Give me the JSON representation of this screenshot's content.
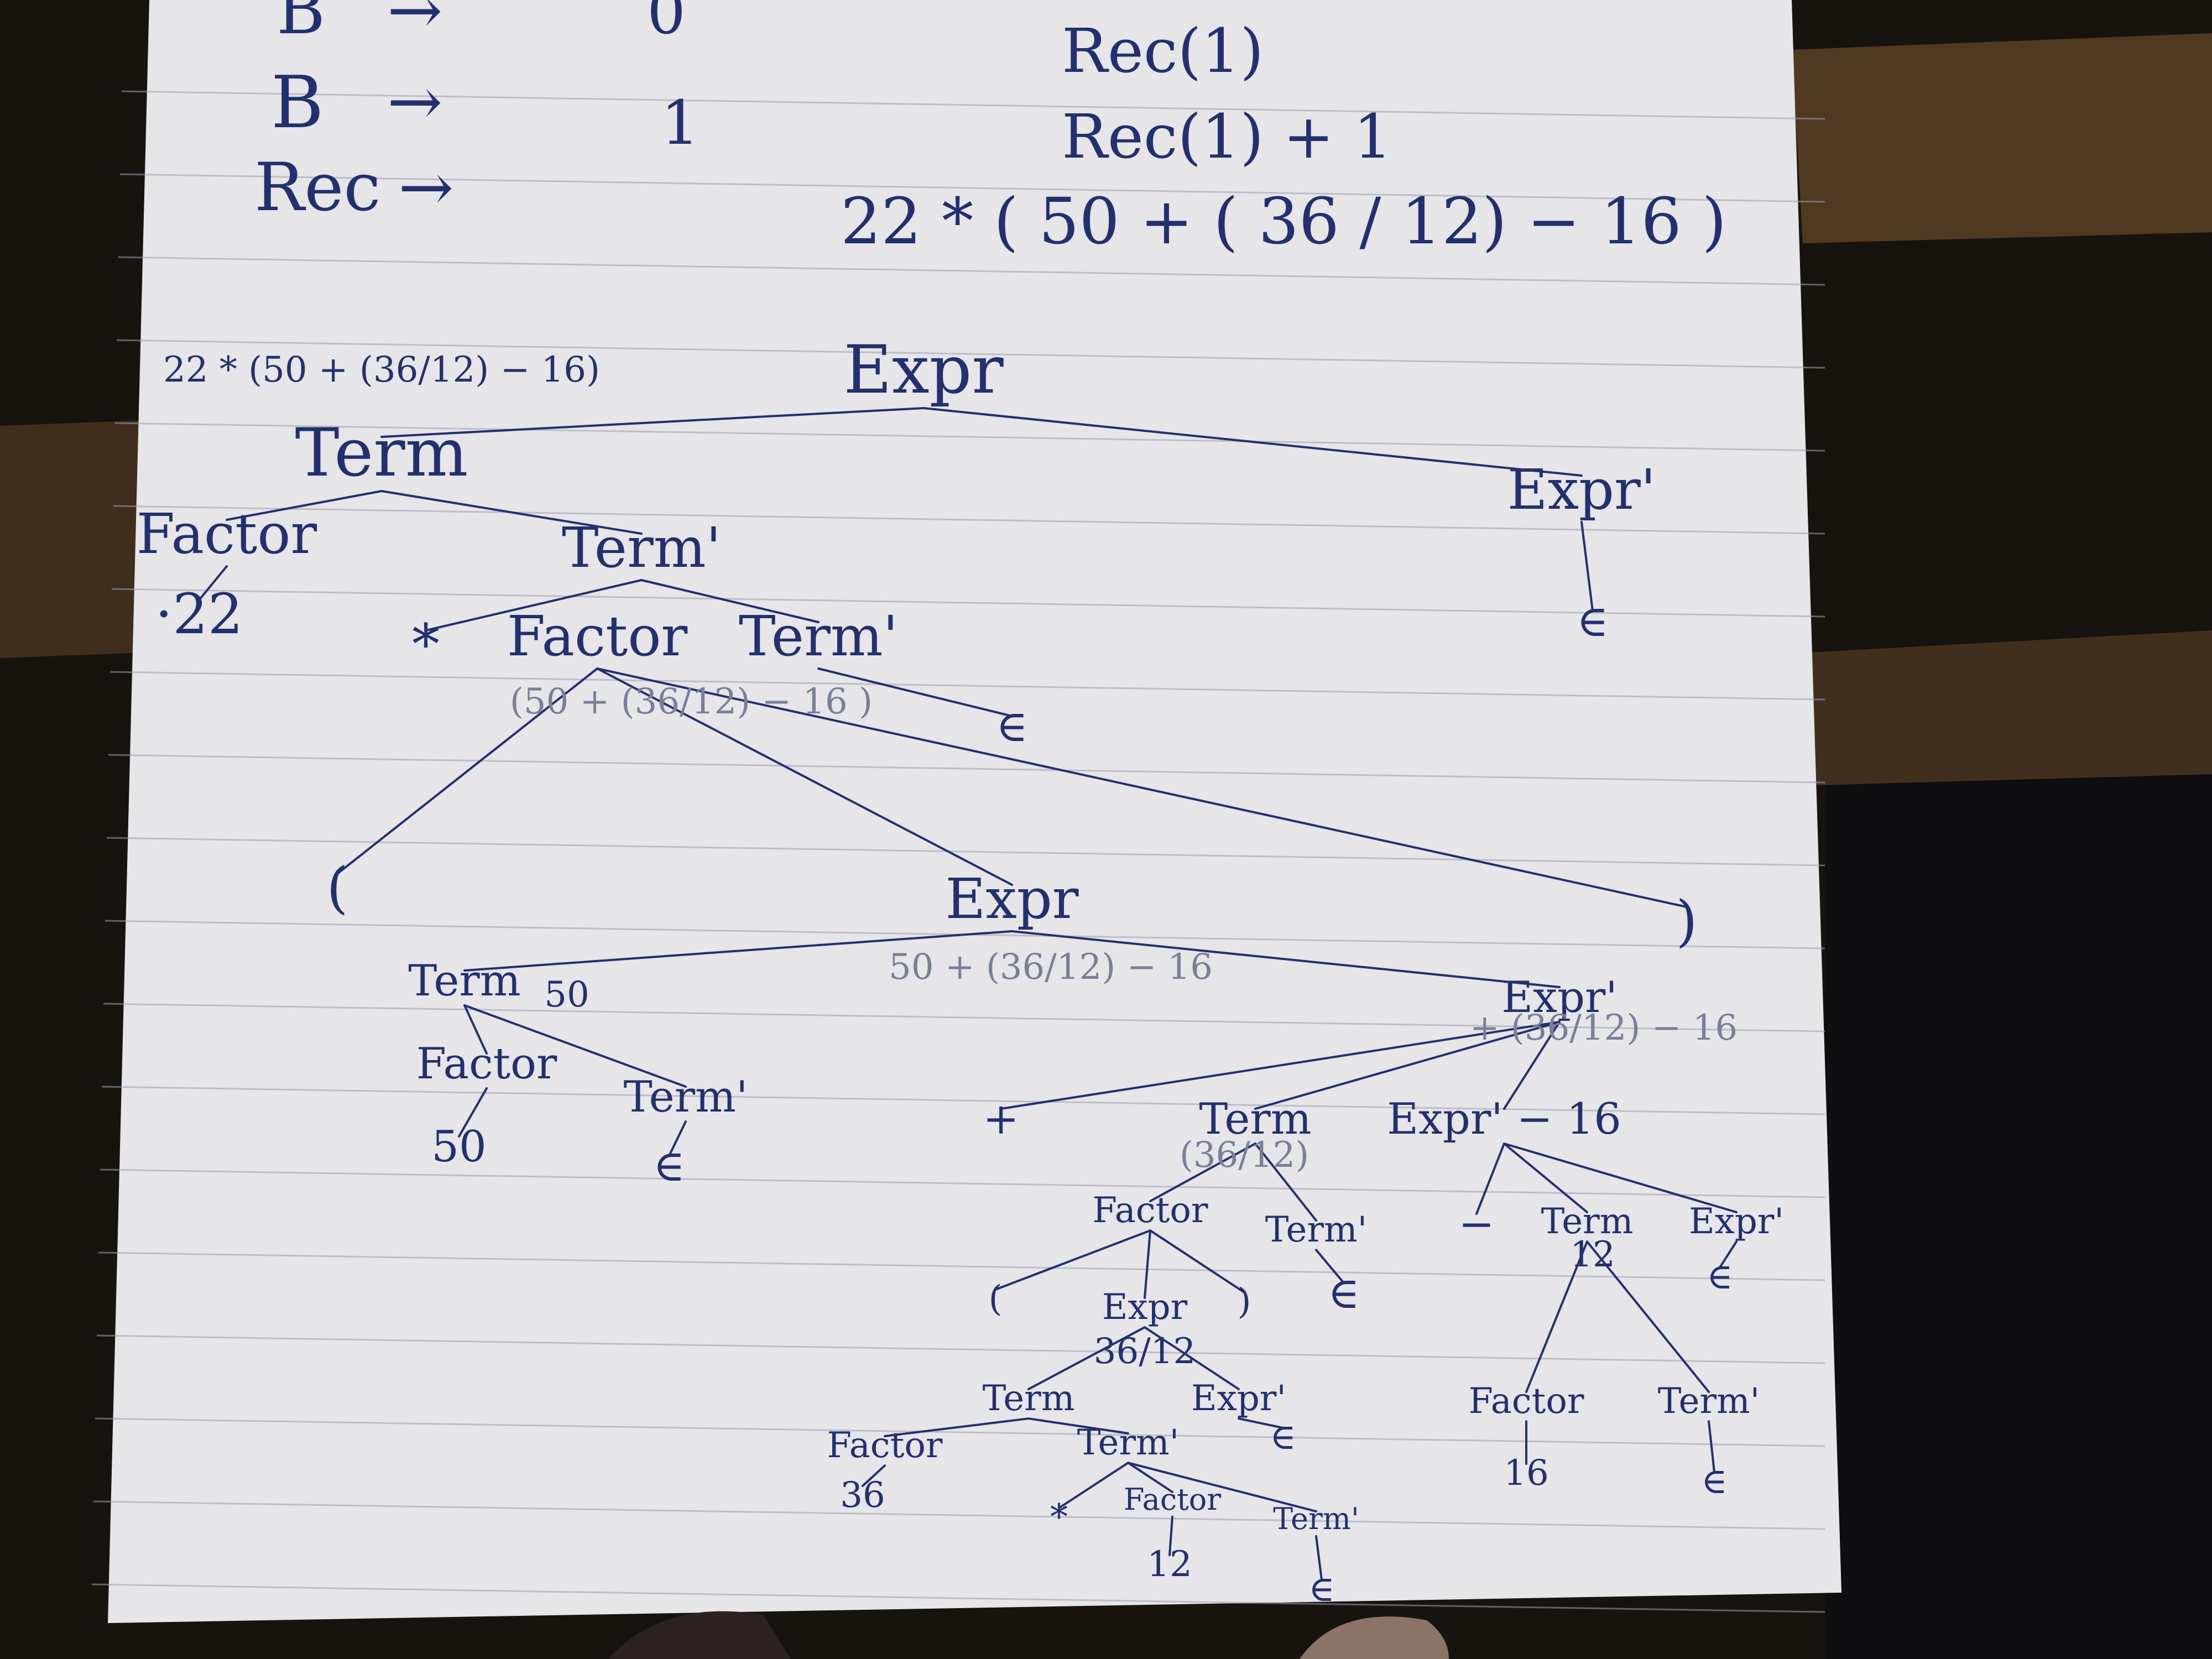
{
  "colors": {
    "background": "#17140f",
    "paper": "#e6e5e8",
    "rule_line": "#9aa0b4",
    "ink": "#23306e",
    "faint_ink": "#7a7f98"
  },
  "header": {
    "rows": [
      {
        "lhs": "B",
        "arrow": "→",
        "rhs": "0",
        "action": "Rec(1)"
      },
      {
        "lhs": "B",
        "arrow": "→",
        "rhs": "1",
        "action": "Rec(1) + 1"
      },
      {
        "lhs": "Rec",
        "arrow": "→",
        "rhs": "",
        "action": "22 * ( 50 + ( 36 / 12) − 16 )"
      }
    ]
  },
  "tree": {
    "nodes": [
      {
        "id": "n1",
        "label": "Expr",
        "size": "xl"
      },
      {
        "id": "n1a",
        "label": "22 * (50 + (36/12) − 16)",
        "size": "sm"
      },
      {
        "id": "n2",
        "label": "Term",
        "size": "xl"
      },
      {
        "id": "n3",
        "label": "Expr'",
        "size": "lg"
      },
      {
        "id": "n4",
        "label": "Factor",
        "size": "lg"
      },
      {
        "id": "n5",
        "label": "·22",
        "size": "lg"
      },
      {
        "id": "n6",
        "label": "Term'",
        "size": "lg"
      },
      {
        "id": "n7",
        "label": "∈",
        "size": "md"
      },
      {
        "id": "n8",
        "label": "*",
        "size": "lg"
      },
      {
        "id": "n9",
        "label": "Factor",
        "size": "lg"
      },
      {
        "id": "n10",
        "label": "Term'",
        "size": "lg"
      },
      {
        "id": "n11",
        "label": "(50 + (36/12) − 16 )",
        "size": "faint"
      },
      {
        "id": "n12",
        "label": "∈",
        "size": "md"
      },
      {
        "id": "n13",
        "label": "(",
        "size": "lg"
      },
      {
        "id": "n14",
        "label": "Expr",
        "size": "lg"
      },
      {
        "id": "n15",
        "label": ")",
        "size": "lg"
      },
      {
        "id": "n16",
        "label": "50 + (36/12) − 16",
        "size": "faint"
      },
      {
        "id": "n17",
        "label": "Term",
        "size": "md"
      },
      {
        "id": "n17a",
        "label": "50",
        "size": "sm"
      },
      {
        "id": "n18",
        "label": "Factor",
        "size": "md"
      },
      {
        "id": "n19",
        "label": "Term'",
        "size": "md"
      },
      {
        "id": "n20",
        "label": "50",
        "size": "md"
      },
      {
        "id": "n21",
        "label": "∈",
        "size": "md"
      },
      {
        "id": "n22",
        "label": "Expr'",
        "size": "md"
      },
      {
        "id": "n23",
        "label": "+ (36/12) − 16",
        "size": "faint"
      },
      {
        "id": "n24",
        "label": "+",
        "size": "md"
      },
      {
        "id": "n25",
        "label": "Term",
        "size": "md"
      },
      {
        "id": "n26",
        "label": "(36/12)",
        "size": "faint"
      },
      {
        "id": "n27",
        "label": "Expr' − 16",
        "size": "md"
      },
      {
        "id": "n28",
        "label": "Factor",
        "size": "sm"
      },
      {
        "id": "n29",
        "label": "Term'",
        "size": "sm"
      },
      {
        "id": "n30",
        "label": "−",
        "size": "md"
      },
      {
        "id": "n31",
        "label": "Term",
        "size": "sm"
      },
      {
        "id": "n32",
        "label": "Expr'",
        "size": "sm"
      },
      {
        "id": "n33",
        "label": "12",
        "size": "sm"
      },
      {
        "id": "n34",
        "label": "(",
        "size": "sm"
      },
      {
        "id": "n35",
        "label": "Expr",
        "size": "sm"
      },
      {
        "id": "n36",
        "label": ")",
        "size": "sm"
      },
      {
        "id": "n37",
        "label": "∈",
        "size": "sm"
      },
      {
        "id": "n38",
        "label": "∈",
        "size": "md"
      },
      {
        "id": "n39",
        "label": "36/12",
        "size": "sm"
      },
      {
        "id": "n40",
        "label": "Term",
        "size": "sm"
      },
      {
        "id": "n41",
        "label": "Expr'",
        "size": "sm"
      },
      {
        "id": "n42",
        "label": "Factor",
        "size": "sm"
      },
      {
        "id": "n43",
        "label": "Term'",
        "size": "sm"
      },
      {
        "id": "n44",
        "label": "∈",
        "size": "sm"
      },
      {
        "id": "n45",
        "label": "36",
        "size": "sm"
      },
      {
        "id": "n46",
        "label": "*",
        "size": "sm"
      },
      {
        "id": "n47",
        "label": "Factor",
        "size": "xs"
      },
      {
        "id": "n48",
        "label": "Term'",
        "size": "xs"
      },
      {
        "id": "n49",
        "label": "12",
        "size": "sm"
      },
      {
        "id": "n50",
        "label": "∈",
        "size": "sm"
      },
      {
        "id": "n51",
        "label": "Factor",
        "size": "sm"
      },
      {
        "id": "n52",
        "label": "Term'",
        "size": "sm"
      },
      {
        "id": "n53",
        "label": "16",
        "size": "sm"
      },
      {
        "id": "n54",
        "label": "∈",
        "size": "sm"
      }
    ],
    "edges": [
      [
        "n1",
        "n2"
      ],
      [
        "n1",
        "n3"
      ],
      [
        "n2",
        "n4"
      ],
      [
        "n2",
        "n6"
      ],
      [
        "n3",
        "n7"
      ],
      [
        "n4",
        "n5"
      ],
      [
        "n6",
        "n8"
      ],
      [
        "n6",
        "n10"
      ],
      [
        "n10",
        "n12"
      ],
      [
        "n9",
        "n13"
      ],
      [
        "n9",
        "n14"
      ],
      [
        "n9",
        "n15"
      ],
      [
        "n14",
        "n17"
      ],
      [
        "n14",
        "n22"
      ],
      [
        "n17",
        "n18"
      ],
      [
        "n17",
        "n19"
      ],
      [
        "n18",
        "n20"
      ],
      [
        "n19",
        "n21"
      ],
      [
        "n22",
        "n24"
      ],
      [
        "n22",
        "n25"
      ],
      [
        "n22",
        "n27"
      ],
      [
        "n25",
        "n28"
      ],
      [
        "n25",
        "n29"
      ],
      [
        "n29",
        "n38"
      ],
      [
        "n27",
        "n30"
      ],
      [
        "n27",
        "n31"
      ],
      [
        "n27",
        "n32"
      ],
      [
        "n32",
        "n37"
      ],
      [
        "n28",
        "n34"
      ],
      [
        "n28",
        "n35"
      ],
      [
        "n28",
        "n36"
      ],
      [
        "n35",
        "n40"
      ],
      [
        "n35",
        "n41"
      ],
      [
        "n41",
        "n44"
      ],
      [
        "n40",
        "n42"
      ],
      [
        "n40",
        "n43"
      ],
      [
        "n42",
        "n45"
      ],
      [
        "n43",
        "n46"
      ],
      [
        "n43",
        "n47"
      ],
      [
        "n43",
        "n48"
      ],
      [
        "n47",
        "n49"
      ],
      [
        "n48",
        "n50"
      ],
      [
        "n31",
        "n51"
      ],
      [
        "n31",
        "n52"
      ],
      [
        "n51",
        "n53"
      ],
      [
        "n52",
        "n54"
      ]
    ]
  }
}
